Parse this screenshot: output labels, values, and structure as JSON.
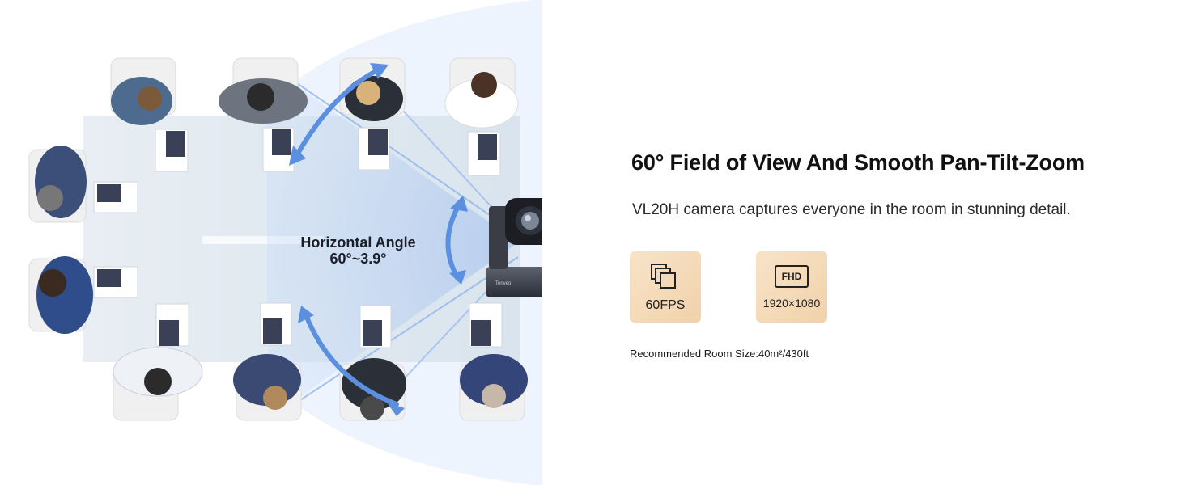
{
  "scene": {
    "angle_label_title": "Horizontal Angle",
    "angle_label_value": "60°~3.9°",
    "camera_brand_text": "Tenveo"
  },
  "feature": {
    "headline": "60° Field of View And Smooth Pan-Tilt-Zoom",
    "subline": "VL20H camera captures everyone in the room in stunning detail."
  },
  "badges": [
    {
      "icon": "layers-icon",
      "label": "60FPS"
    },
    {
      "icon": "fhd-icon",
      "icon_text": "FHD",
      "label": "1920×1080"
    }
  ],
  "room_size": "Recommended Room Size:40m²/430ft",
  "colors": {
    "badge_bg": "#f3d9b8",
    "fov_blue": "#6f9ee6",
    "arrow_blue": "#5b8fe0"
  }
}
